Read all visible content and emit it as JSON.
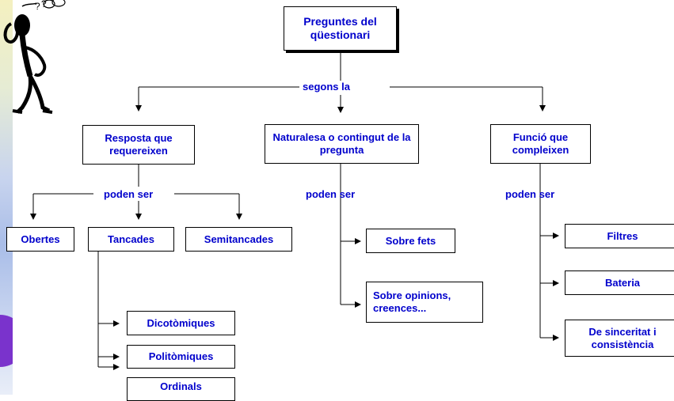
{
  "root": {
    "text": "Preguntes del qüestionari"
  },
  "connector_label": "segons la",
  "categories": [
    {
      "title": "Resposta que requereixen",
      "connector": "poden ser"
    },
    {
      "title": "Naturalesa o contingut de la pregunta",
      "connector": "poden ser"
    },
    {
      "title": "Funció que compleixen",
      "connector": "poden ser"
    }
  ],
  "response_types": [
    "Obertes",
    "Tancades",
    "Semitancades"
  ],
  "closed_types": [
    "Dicotòmiques",
    "Politòmiques",
    "Ordinals"
  ],
  "content_types": [
    "Sobre fets",
    "Sobre opinions, creences..."
  ],
  "function_types": [
    "Filtres",
    "Bateria",
    "De sinceritat i consistència"
  ],
  "colors": {
    "text": "#0000cc",
    "line": "#000000"
  }
}
